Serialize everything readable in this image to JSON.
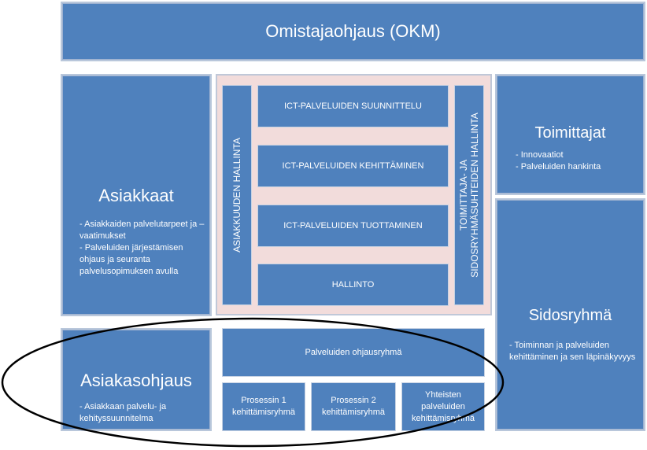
{
  "top": {
    "title": "Omistajaohjaus (OKM)"
  },
  "asiakkaat": {
    "title": "Asiakkaat",
    "items": [
      "- Asiakkaiden palvelutarpeet ja – vaatimukset",
      "- Palveluiden järjestämisen ohjaus ja seuranta palvelusopimuksen avulla"
    ]
  },
  "center": {
    "left_vertical": "ASIAKKUUDEN HALLINTA",
    "right_vertical_line1": "TOIMITTAJA- JA",
    "right_vertical_line2": "SIDOSRYHMÄSUHTEIDEN HALLINTA",
    "rows": [
      "ICT-PALVELUIDEN  SUUNNITTELU",
      "ICT-PALVELUIDEN KEHITTÄMINEN",
      "ICT-PALVELUIDEN TUOTTAMINEN",
      "HALLINTO"
    ]
  },
  "toimittajat": {
    "title": "Toimittajat",
    "items": [
      "- Innovaatiot",
      "- Palveluiden hankinta"
    ]
  },
  "sidosryhma": {
    "title": "Sidosryhmä",
    "items": [
      "- Toiminnan ja palveluiden kehittäminen ja sen läpinäkyvyys"
    ]
  },
  "asiakasohjaus": {
    "title": "Asiakasohjaus",
    "items": [
      "- Asiakkaan palvelu- ja kehityssuunnitelma"
    ]
  },
  "ohjausryhma": {
    "label": "Palveluiden ohjausryhmä"
  },
  "groups": [
    {
      "line1": "Prosessin 1",
      "line2": "kehittämisryhmä"
    },
    {
      "line1": "Prosessin 2",
      "line2": "kehittämisryhmä"
    },
    {
      "line1": "Yhteisten",
      "line2": "palveluiden",
      "line3": "kehittämisryhmä"
    }
  ],
  "colors": {
    "box": "#4f81bd",
    "pink": "#f2dcdb",
    "text": "#ffffff"
  }
}
